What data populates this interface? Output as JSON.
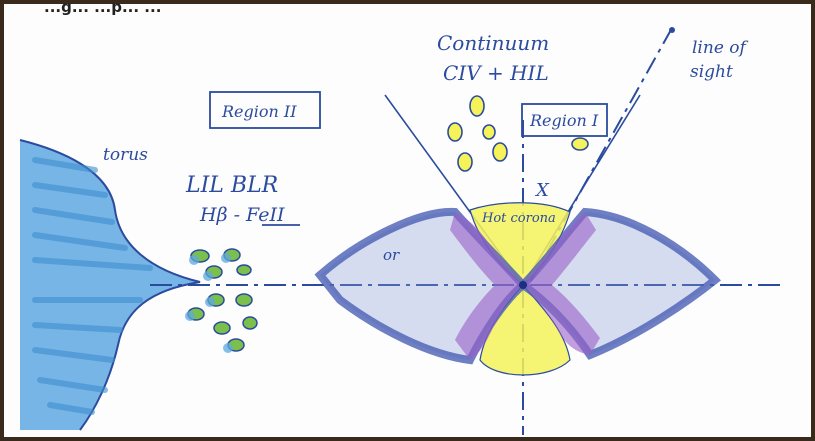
{
  "caption": "...g...   ...p...   ...",
  "labels": {
    "torus": "torus",
    "region2": "Region II",
    "lil_blr": "LIL BLR",
    "hb_feii": "Hβ - FeII",
    "continuum": "Continuum",
    "civ_hil": "CIV + HIL",
    "region1": "Region I",
    "line_of_sight": [
      "line of",
      "sight"
    ],
    "hot_corona": "Hot corona",
    "x_mark": "X",
    "or": "or"
  },
  "colors": {
    "ink": "#2b4b9e",
    "torus_fill": "#5ea8e0",
    "disk_fill": "#8a9fd6",
    "disk_edge": "#4a5fb4",
    "yellow": "#f5f25a",
    "purple": "#9a5fc8",
    "green_blob": "#7ac04a",
    "frame": "#3a2a1c"
  }
}
